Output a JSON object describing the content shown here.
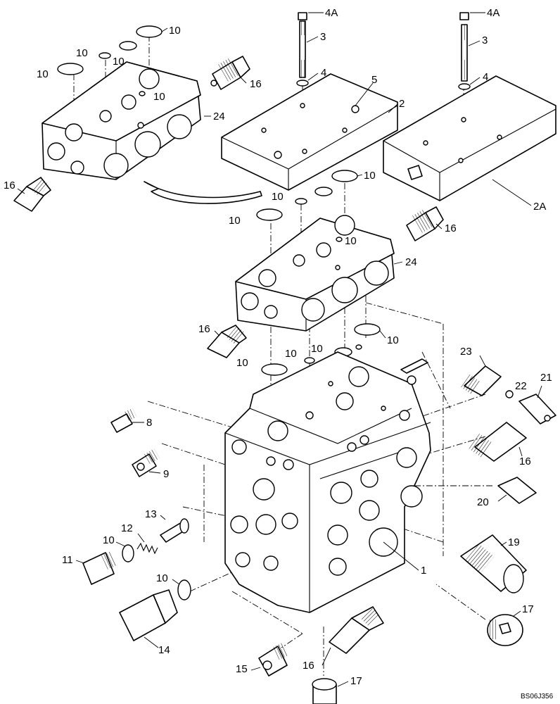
{
  "callouts": {
    "c10a": "10",
    "c10b": "10",
    "c10c": "10",
    "c10d": "10",
    "c10e": "10",
    "c16a": "16",
    "c24a": "24",
    "c16b": "16",
    "c4Aa": "4A",
    "c3a": "3",
    "c4a": "4",
    "c5": "5",
    "c2": "2",
    "c4Ab": "4A",
    "c3b": "3",
    "c4b": "4",
    "c2A": "2A",
    "c10f": "10",
    "c10g": "10",
    "c10h": "10",
    "c10i": "10",
    "c16c": "16",
    "c24b": "24",
    "c16d": "16",
    "c10j": "10",
    "c10k": "10",
    "c10l": "10",
    "c10m": "10",
    "c23": "23",
    "c22": "22",
    "c21": "21",
    "c8": "8",
    "c9": "9",
    "c16e": "16",
    "c20": "20",
    "c19": "19",
    "c13": "13",
    "c12": "12",
    "c10n": "10",
    "c11": "11",
    "c1": "1",
    "c10o": "10",
    "c17a": "17",
    "c14": "14",
    "c15": "15",
    "c16f": "16",
    "c17b": "17"
  },
  "drawing_code": "BS06J356"
}
